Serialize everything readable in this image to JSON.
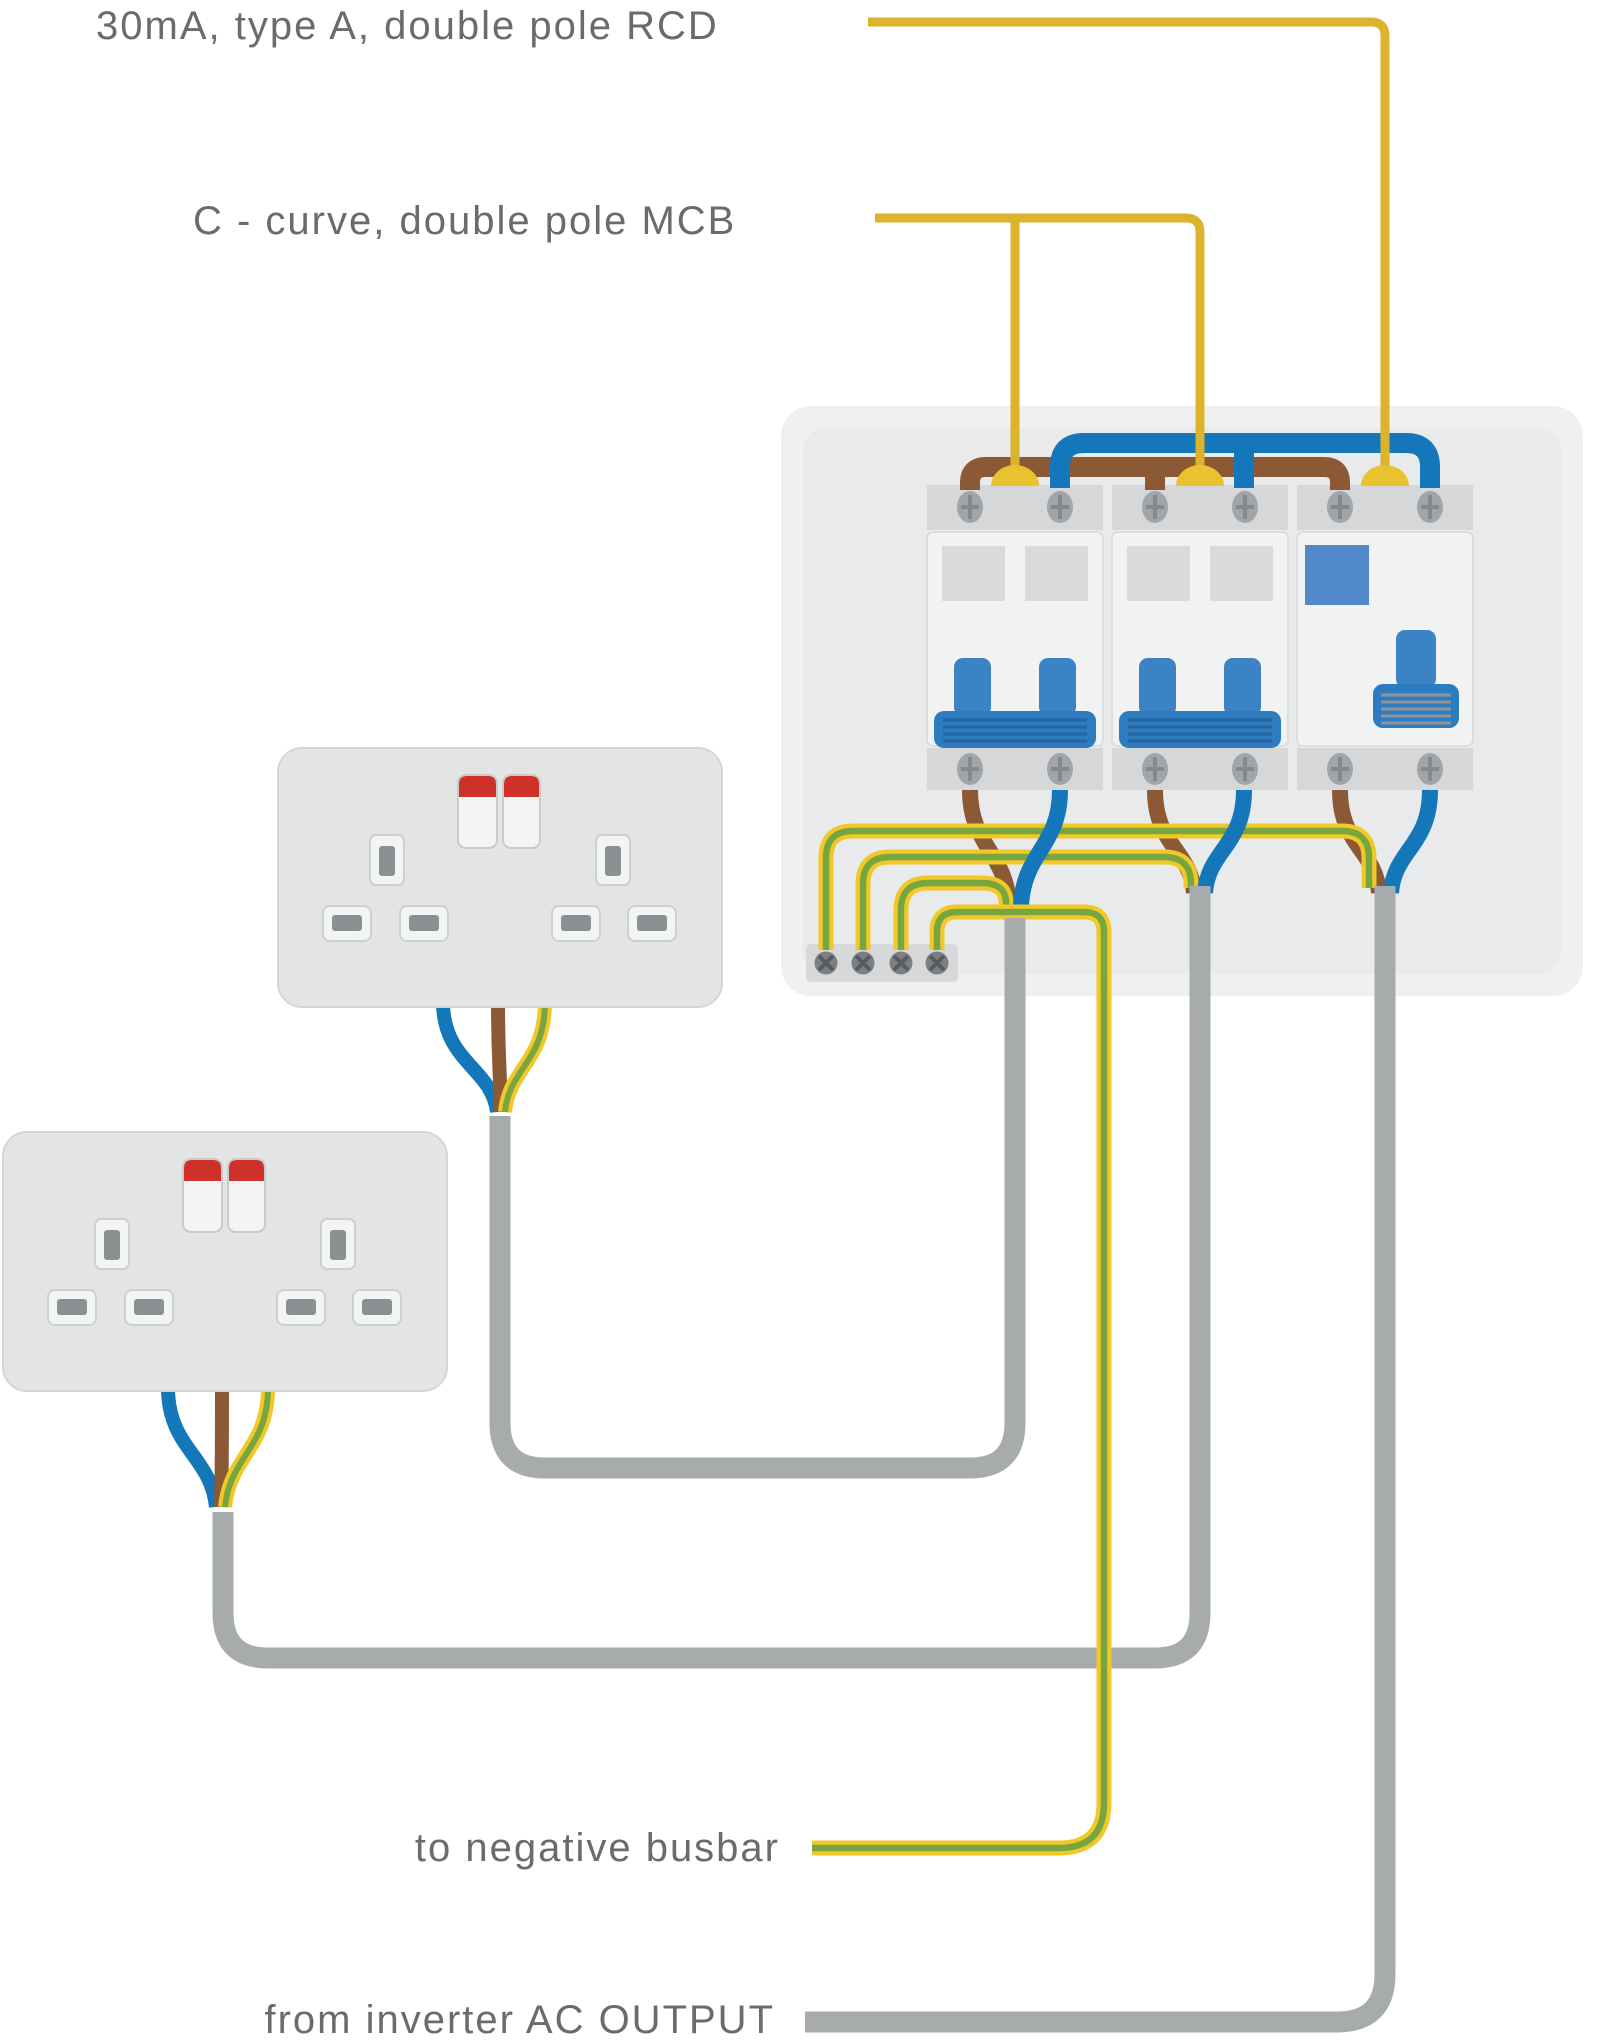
{
  "labels": {
    "rcd": "30mA, type A, double pole RCD",
    "mcb": "C - curve, double pole MCB",
    "negative_busbar": "to negative busbar",
    "inverter": "from inverter AC OUTPUT"
  },
  "colors": {
    "feed_wire_yellow": "#dcb32c",
    "terminal_blob_yellow": "#e8c22f",
    "earth_yellow": "#f2c829",
    "earth_green": "#77a63e",
    "live_brown": "#8b5a35",
    "neutral_blue": "#1377b9",
    "cable_grey": "#a8abac",
    "panel_outer": "#eff0f1",
    "panel_inner": "#e8eaeb",
    "module_body": "#f1f2f2",
    "terminal_strip": "#d5d7d8",
    "toggle_blue": "#2d7cc0",
    "rcd_test_button": "#5189c8",
    "socket_plate": "#e3e5e5",
    "switch_red": "#ce3129",
    "slot_grey": "#8b9093",
    "label_text": "#6a6c6c"
  },
  "components": {
    "consumer_unit": {
      "modules": [
        {
          "id": "mcb-1",
          "type": "C-curve double pole MCB",
          "poles": 2
        },
        {
          "id": "mcb-2",
          "type": "C-curve double pole MCB",
          "poles": 2
        },
        {
          "id": "rcd",
          "type": "30mA type A double pole RCD",
          "poles": 2
        }
      ],
      "earth_terminal_screws": 4
    },
    "sockets": [
      {
        "id": "socket-1",
        "type": "double switched socket",
        "switches_on": true
      },
      {
        "id": "socket-2",
        "type": "double switched socket",
        "switches_on": true
      }
    ]
  },
  "wires": [
    {
      "name": "rcd-feed",
      "color": "yellow",
      "from": "RCD label line",
      "to": "RCD top terminal"
    },
    {
      "name": "mcb-feed",
      "color": "yellow",
      "from": "MCB label line",
      "to": "MCB 1 and MCB 2 top terminals"
    },
    {
      "name": "live-link",
      "color": "brown",
      "connects": [
        "MCB 1",
        "MCB 2",
        "RCD"
      ]
    },
    {
      "name": "neutral-link",
      "color": "blue",
      "connects": [
        "MCB 1",
        "MCB 2",
        "RCD"
      ]
    },
    {
      "name": "circuit-cable-1",
      "color": "grey",
      "from": "MCB 1",
      "to": "socket 1"
    },
    {
      "name": "circuit-cable-2",
      "color": "grey",
      "from": "MCB 2",
      "to": "socket 2"
    },
    {
      "name": "inverter-cable",
      "color": "grey",
      "from": "RCD",
      "to": "inverter AC OUTPUT"
    },
    {
      "name": "earth-to-rcd-cable",
      "color": "green/yellow",
      "from": "earth terminal 1",
      "to": "RCD cable"
    },
    {
      "name": "earth-to-mcb2-cable",
      "color": "green/yellow",
      "from": "earth terminal 2",
      "to": "MCB 2 cable"
    },
    {
      "name": "earth-to-mcb1-cable",
      "color": "green/yellow",
      "from": "earth terminal 3",
      "to": "MCB 1 cable"
    },
    {
      "name": "earth-to-busbar",
      "color": "green/yellow",
      "from": "earth terminal 4",
      "to": "negative busbar"
    }
  ]
}
